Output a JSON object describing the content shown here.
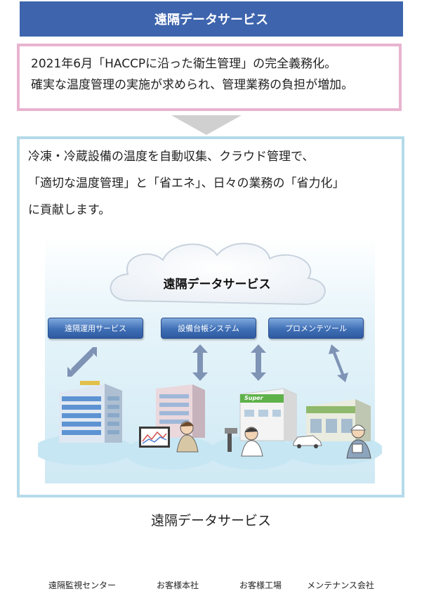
{
  "header": {
    "title": "遠隔データサービス"
  },
  "notice": {
    "line1": "2021年6月「HACCPに沿った衛生管理」の完全義務化。",
    "line2": "確実な温度管理の実施が求められ、管理業務の負担が増加。"
  },
  "description": {
    "line1": "冷凍・冷蔵設備の温度を自動収集、クラウド管理で、",
    "line2": "「適切な温度管理」と「省エネ」、日々の業務の「省力化」",
    "line3": "に貢献します。"
  },
  "diagram": {
    "cloud_label": "遠隔データサービス",
    "services": [
      "遠隔運用サービス",
      "設備台帳システム",
      "プロメンテツール"
    ],
    "sites": [
      "遠隔監視センター",
      "お客様本社",
      "お客様工場",
      "メンテナンス会社"
    ],
    "store_sign": "Super"
  },
  "caption": "遠隔データサービス",
  "colors": {
    "header": "#3d64ad",
    "pink_border": "#e8b4cf",
    "blue_border": "#b5dbe9",
    "service_button": "#3f6fb6",
    "arrow": "#7f93b5"
  }
}
